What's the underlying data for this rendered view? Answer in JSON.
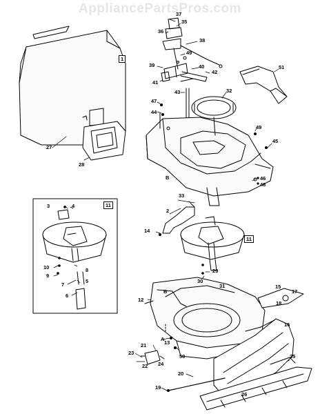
{
  "watermark": "AppliancePartsPros.com",
  "boxed_labels": {
    "bag": "1",
    "inset": "11",
    "impeller": "11"
  },
  "callouts": {
    "c37": "37",
    "c35": "35",
    "c36": "36",
    "c38": "38",
    "c49a": "49",
    "c39": "39",
    "c40": "40",
    "c42": "42",
    "c41": "41",
    "c43": "43",
    "c32": "32",
    "c51": "51",
    "c47": "47",
    "c44": "44",
    "c49b": "49",
    "c45": "45",
    "c27": "27",
    "c28": "28",
    "cB1": "B",
    "c46": "46",
    "c48": "48",
    "c33": "33",
    "c3": "3",
    "c4": "4",
    "c2": "2",
    "c14": "14",
    "c10": "10",
    "c9": "9",
    "c8": "8",
    "c7": "7",
    "c5": "5",
    "c6": "6",
    "c29": "29",
    "c30": "30",
    "c31": "31",
    "c12": "12",
    "cB2": "B",
    "c15": "15",
    "c17": "17",
    "c18": "18",
    "c16": "16",
    "cA1": "A",
    "c21": "21",
    "c13": "13",
    "c50": "50",
    "c23": "23",
    "c22": "22",
    "c24": "24",
    "c25": "25",
    "c20": "20",
    "c19": "19",
    "c26": "26"
  }
}
